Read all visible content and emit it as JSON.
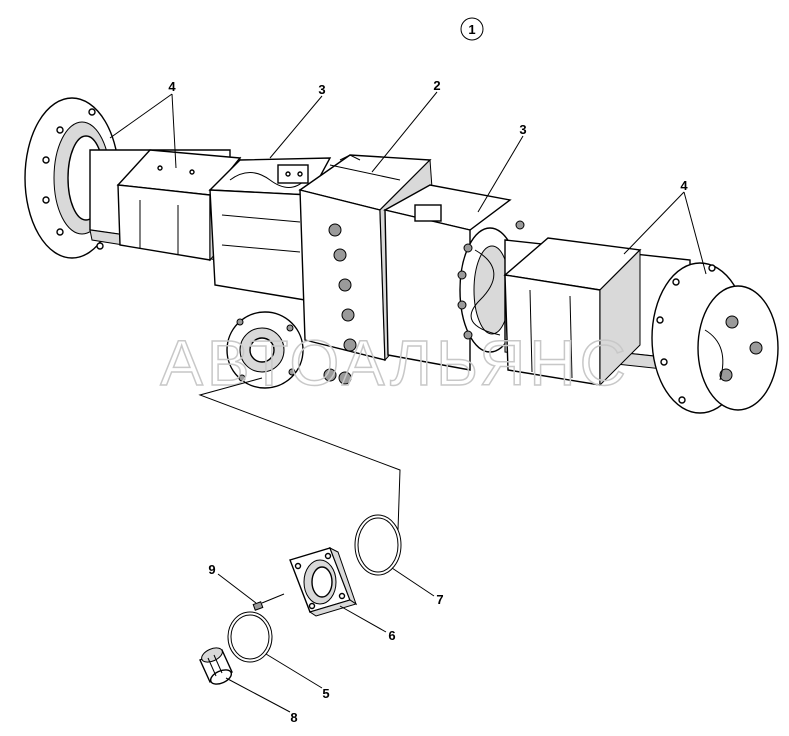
{
  "figure_number": "1",
  "watermark": "АВТОАЛЬЯНС",
  "callouts": [
    {
      "id": "c4a",
      "text": "4"
    },
    {
      "id": "c3a",
      "text": "3"
    },
    {
      "id": "c2",
      "text": "2"
    },
    {
      "id": "c3b",
      "text": "3"
    },
    {
      "id": "c4b",
      "text": "4"
    },
    {
      "id": "c9",
      "text": "9"
    },
    {
      "id": "c7",
      "text": "7"
    },
    {
      "id": "c6",
      "text": "6"
    },
    {
      "id": "c5",
      "text": "5"
    },
    {
      "id": "c8",
      "text": "8"
    }
  ]
}
